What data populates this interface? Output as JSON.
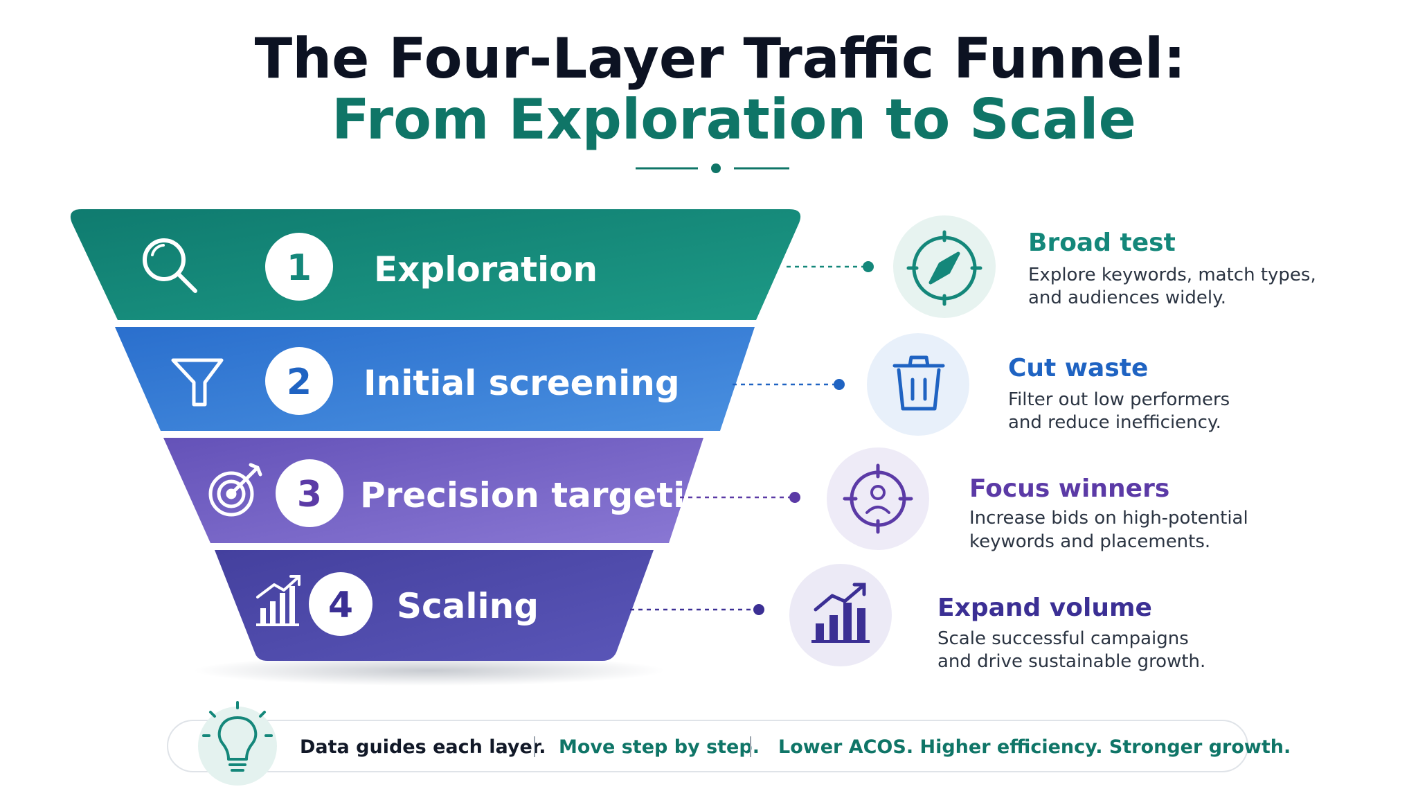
{
  "title": {
    "line1": "The Four-Layer Traffic Funnel:",
    "line2": "From Exploration to Scale"
  },
  "colors": {
    "title_dark": "#0c1222",
    "title_teal": "#0f7567",
    "teal": "#14877a",
    "blue": "#2f78d0",
    "purple": "#6a5cc0",
    "indigo": "#4d4aa8"
  },
  "layers": [
    {
      "number": "1",
      "label": "Exploration",
      "icon": "search-icon",
      "detail_icon": "compass-icon",
      "heading": "Broad test",
      "desc_line1": "Explore keywords, match types,",
      "desc_line2": "and audiences widely.",
      "color": "#14877a"
    },
    {
      "number": "2",
      "label": "Initial screening",
      "icon": "filter-icon",
      "detail_icon": "trash-icon",
      "heading": "Cut waste",
      "desc_line1": "Filter out low performers",
      "desc_line2": "and reduce inefficiency.",
      "color": "#1f63c2"
    },
    {
      "number": "3",
      "label": "Precision targeting",
      "icon": "target-arrow-icon",
      "detail_icon": "crosshair-user-icon",
      "heading": "Focus winners",
      "desc_line1": "Increase bids on high-potential",
      "desc_line2": "keywords and placements.",
      "color": "#5b3aa6"
    },
    {
      "number": "4",
      "label": "Scaling",
      "icon": "bar-growth-icon",
      "detail_icon": "trend-chart-icon",
      "heading": "Expand volume",
      "desc_line1": "Scale successful campaigns",
      "desc_line2": "and drive sustainable growth.",
      "color": "#3b2f94"
    }
  ],
  "footer": {
    "icon": "lightbulb-icon",
    "text1": "Data guides each layer.",
    "text2": "Move step by step.",
    "text3": "Lower ACOS. Higher efficiency. Stronger growth."
  }
}
